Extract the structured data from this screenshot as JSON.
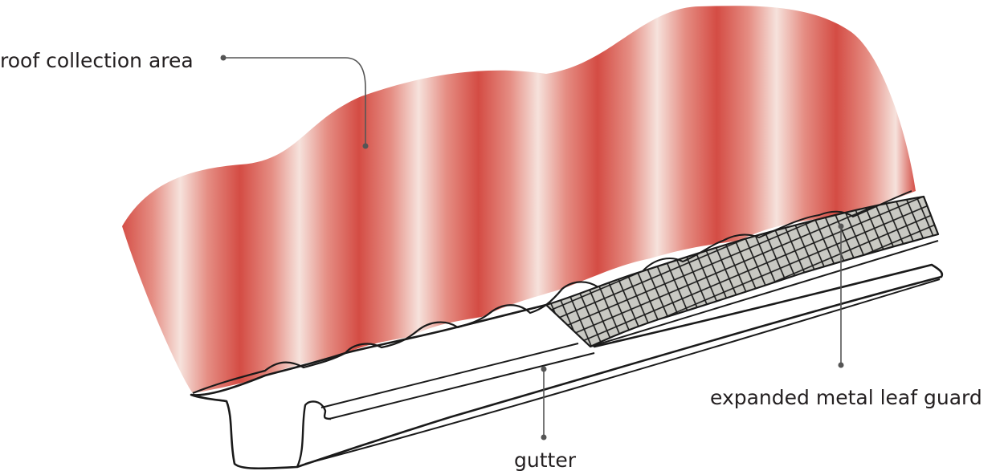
{
  "labels": {
    "roof": "roof collection area",
    "gutter": "gutter",
    "leaf_guard": "expanded metal leaf guard"
  },
  "colors": {
    "roof_red": "#d44c44",
    "roof_light": "#f4dcd6",
    "guard_grey": "#c8c8c2",
    "line": "#1a1a1a",
    "leader": "#555555"
  }
}
